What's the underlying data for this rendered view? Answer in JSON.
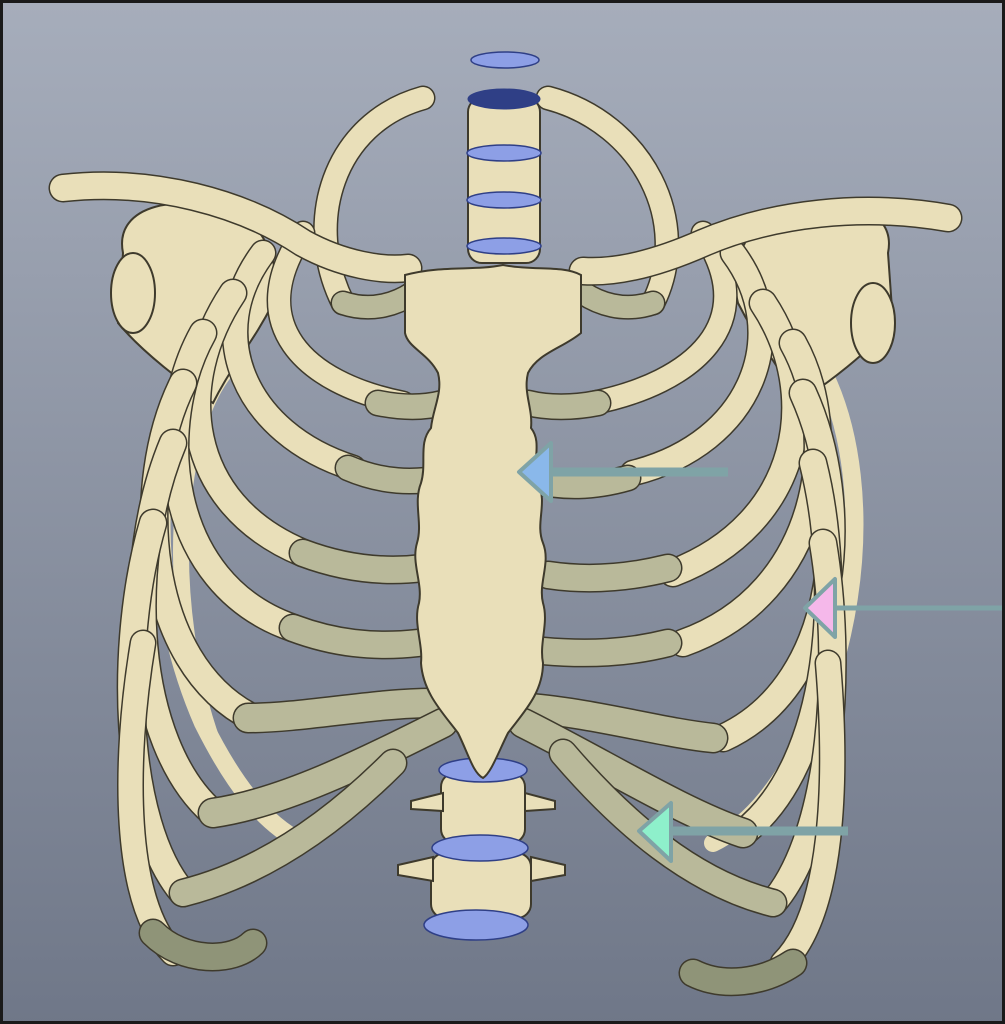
{
  "viewer": {
    "background_top": "#a6adbb",
    "background_bottom": "#6f7788"
  },
  "anatomy": {
    "bone_color": "#e9dfb9",
    "bone_shade": "#b9ae86",
    "outline_color": "#3e3a2c",
    "cartilage_color": "#b9b99a",
    "cartilage_dark": "#8f9478",
    "disc_color": "#8d9fe6",
    "disc_dark": "#2f3f86"
  },
  "annotations": {
    "pointer_line_color": "#7fa3a6",
    "pointers": [
      {
        "name": "blue-pointer",
        "color": "#8ab8ea"
      },
      {
        "name": "pink-pointer",
        "color": "#f5b8ea"
      },
      {
        "name": "green-pointer",
        "color": "#8ef0cb"
      }
    ]
  }
}
